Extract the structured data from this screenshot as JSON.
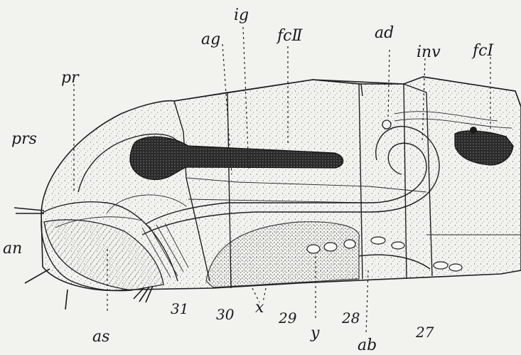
{
  "figure": {
    "labels": {
      "ig": "ig",
      "ag": "ag",
      "fcII": "fcⅡ",
      "ad": "ad",
      "inv": "inv",
      "fcI": "fcI",
      "pr": "pr",
      "prs": "prs",
      "an": "an",
      "as": "as",
      "x": "x",
      "y": "y",
      "ab": "ab"
    },
    "segment_numbers": {
      "s31": "31",
      "s30": "30",
      "s29": "29",
      "s28": "28",
      "s27": "27"
    }
  }
}
